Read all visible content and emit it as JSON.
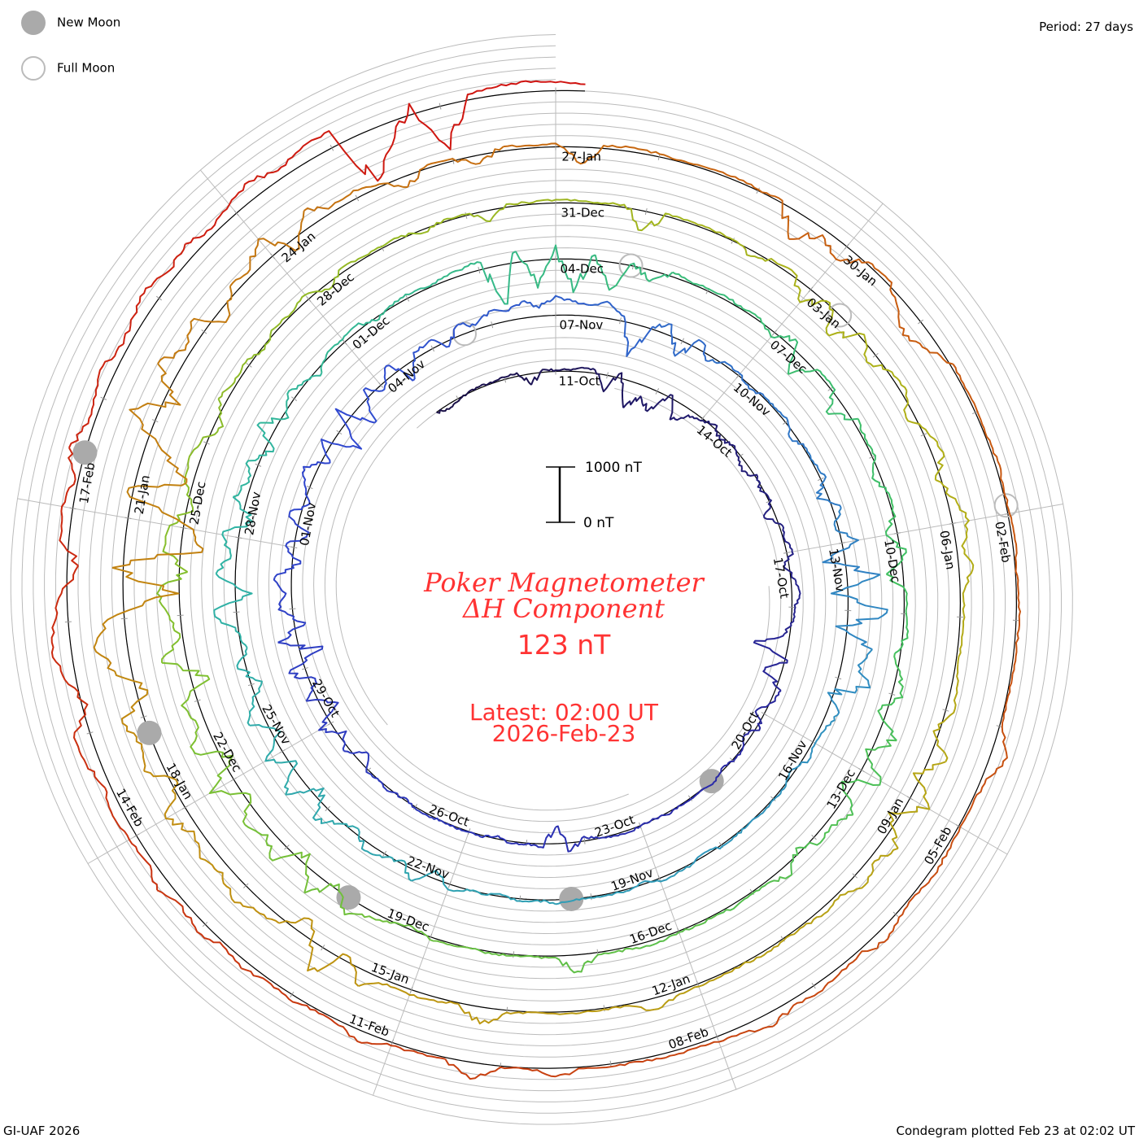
{
  "legend": {
    "new_moon": "New Moon",
    "full_moon": "Full Moon"
  },
  "period_label": "Period: 27 days",
  "footer_left": "GI-UAF 2026",
  "footer_right": "Condegram plotted Feb 23 at 02:02 UT",
  "scale": {
    "top_label": "1000 nT",
    "bottom_label": "0 nT",
    "range_nT": 1000
  },
  "title": {
    "line1": "Poker Magnetometer",
    "line2": "ΔH Component",
    "value": "123 nT",
    "latest": "Latest: 02:00 UT",
    "date": "2026-Feb-23"
  },
  "chart_data": {
    "type": "line",
    "subtype": "spiral-condegram",
    "title": "Poker Magnetometer ΔH Component",
    "period_days": 27,
    "units": "nT",
    "reference_date_label": "11-Oct",
    "start_day": -2.5,
    "step_days": 0.25,
    "date_labels": [
      "11-Oct",
      "14-Oct",
      "17-Oct",
      "20-Oct",
      "23-Oct",
      "26-Oct",
      "29-Oct",
      "01-Nov",
      "04-Nov",
      "07-Nov",
      "10-Nov",
      "13-Nov",
      "16-Nov",
      "19-Nov",
      "22-Nov",
      "25-Nov",
      "28-Nov",
      "01-Dec",
      "04-Dec",
      "07-Dec",
      "10-Dec",
      "13-Dec",
      "16-Dec",
      "19-Dec",
      "22-Dec",
      "25-Dec",
      "28-Dec",
      "31-Dec",
      "03-Jan",
      "06-Jan",
      "09-Jan",
      "12-Jan",
      "15-Jan",
      "18-Jan",
      "21-Jan",
      "24-Jan",
      "27-Jan",
      "30-Jan",
      "02-Feb",
      "05-Feb",
      "08-Feb",
      "11-Feb",
      "14-Feb",
      "17-Feb"
    ],
    "label_step_days": 3,
    "new_moon_days": [
      10.52,
      40.28,
      70.07,
      99.83,
      129.5
    ],
    "full_moon_days": [
      25.55,
      54.97,
      84.42,
      113.92
    ],
    "color_stops": [
      "#1a1048",
      "#2a2aa8",
      "#3048d0",
      "#3090c0",
      "#30b4a4",
      "#40c060",
      "#80c030",
      "#b0b018",
      "#c09010",
      "#c86010",
      "#c83c10",
      "#d01010"
    ],
    "values": [
      0,
      -80,
      -40,
      20,
      30,
      10,
      40,
      60,
      -200,
      50,
      20,
      30,
      80,
      60,
      -300,
      100,
      -500,
      -200,
      -400,
      50,
      -350,
      -100,
      -50,
      60,
      -80,
      20,
      -40,
      -150,
      30,
      -60,
      40,
      -200,
      60,
      20,
      100,
      -100,
      80,
      150,
      60,
      40,
      -100,
      -600,
      50,
      -300,
      100,
      40,
      -150,
      60,
      -100,
      20,
      30,
      -40,
      40,
      10,
      20,
      0,
      30,
      -20,
      10,
      40,
      20,
      0,
      -80,
      150,
      -300,
      60,
      20,
      40,
      -60,
      30,
      10,
      20,
      0,
      30,
      20,
      -30,
      40,
      10,
      50,
      -200,
      100,
      -150,
      250,
      -300,
      200,
      -100,
      300,
      -400,
      350,
      -200,
      250,
      100,
      300,
      -150,
      150,
      -200,
      200,
      -100,
      100,
      250,
      -150,
      200,
      -500,
      300,
      -400,
      150,
      -100,
      200,
      -300,
      100,
      150,
      -100,
      200,
      80,
      250,
      180,
      300,
      150,
      350,
      250,
      200,
      300,
      100,
      -600,
      50,
      200,
      -300,
      150,
      -100,
      50,
      40,
      -60,
      20,
      30,
      50,
      -100,
      40,
      20,
      100,
      -200,
      150,
      -50,
      300,
      -400,
      600,
      -300,
      700,
      -200,
      500,
      300,
      600,
      -100,
      200,
      100,
      50,
      100,
      -60,
      30,
      20,
      40,
      10,
      30,
      30,
      -50,
      20,
      40,
      60,
      -40,
      30,
      20,
      20,
      30,
      80,
      10,
      40,
      -30,
      20,
      0,
      100,
      -150,
      200,
      -50,
      80,
      150,
      -100,
      60,
      300,
      -200,
      400,
      -100,
      350,
      -150,
      300,
      100,
      -200,
      150,
      -100,
      50,
      400,
      -300,
      350,
      100,
      300,
      -200,
      250,
      50,
      200,
      -150,
      300,
      -100,
      150,
      50,
      -100,
      80,
      60,
      100,
      -50,
      40,
      80,
      30,
      60,
      100,
      150,
      -700,
      200,
      -500,
      250,
      -600,
      100,
      -500,
      50,
      -200,
      80,
      30,
      40,
      60,
      20,
      50,
      -100,
      150,
      -400,
      60,
      50,
      -300,
      100,
      30,
      60,
      -150,
      40,
      20,
      -200,
      100,
      -300,
      50,
      40,
      80,
      -100,
      60,
      200,
      -150,
      350,
      -100,
      400,
      -200,
      300,
      100,
      150,
      -100,
      200,
      50,
      30,
      60,
      20,
      40,
      20,
      60,
      80,
      30,
      40,
      300,
      30,
      20,
      20,
      40,
      10,
      30,
      50,
      -60,
      40,
      100,
      300,
      -100,
      400,
      -200,
      350,
      100,
      300,
      -100,
      500,
      -200,
      400,
      150,
      300,
      -300,
      450,
      50,
      200,
      400,
      -150,
      300,
      250,
      -100,
      150,
      200,
      100,
      -150,
      150,
      50,
      80,
      -50,
      60,
      30,
      100,
      -100,
      80,
      40,
      30,
      50,
      -60,
      40,
      20,
      -200,
      50,
      30,
      60,
      40,
      20,
      50,
      -350,
      50,
      40,
      30,
      20,
      -100,
      40,
      60,
      -300,
      40,
      -400,
      80,
      -200,
      60,
      100,
      -150,
      80,
      200,
      -100,
      150,
      300,
      100,
      250,
      50,
      80,
      60,
      40,
      100,
      150,
      -100,
      300,
      -150,
      400,
      -200,
      300,
      100,
      250,
      50,
      100,
      40,
      30,
      60,
      20,
      40,
      50,
      80,
      200,
      30,
      20,
      40,
      30,
      10,
      40,
      300,
      20,
      60,
      100,
      60,
      300,
      -100,
      500,
      -300,
      100,
      200,
      350,
      150,
      300,
      100,
      400,
      -100,
      350,
      200,
      400,
      -200,
      300,
      600,
      300,
      -1000,
      200,
      -1400,
      -1200,
      100,
      -900,
      -300,
      500,
      -300,
      400,
      100,
      300,
      -200,
      150,
      100,
      400,
      -200,
      300,
      100,
      150,
      50,
      -200,
      60,
      40,
      -150,
      80,
      50,
      60,
      -300,
      40,
      80,
      50,
      30,
      40,
      60,
      20,
      40,
      -500,
      -100,
      -300,
      40,
      60,
      -150,
      -400,
      -200,
      50,
      30,
      40,
      20,
      60,
      30,
      30,
      50,
      20,
      40,
      60,
      40,
      30,
      20,
      50,
      300,
      80,
      40,
      30,
      60,
      100,
      40,
      80,
      200,
      60,
      100,
      150,
      100,
      250,
      120,
      100,
      60,
      80,
      40,
      50,
      30,
      150,
      20,
      20,
      300,
      30,
      40,
      60,
      200,
      80,
      30,
      100,
      50,
      150,
      60,
      200,
      80,
      250,
      100,
      150,
      200,
      100,
      250,
      300,
      -100,
      200,
      350,
      250,
      100,
      -200,
      150,
      200,
      50,
      300,
      100,
      150,
      250,
      100,
      200,
      300,
      150,
      250,
      100,
      200,
      300,
      150,
      250,
      300,
      -900,
      -400,
      200,
      -800,
      100,
      150,
      200,
      150,
      123
    ]
  }
}
